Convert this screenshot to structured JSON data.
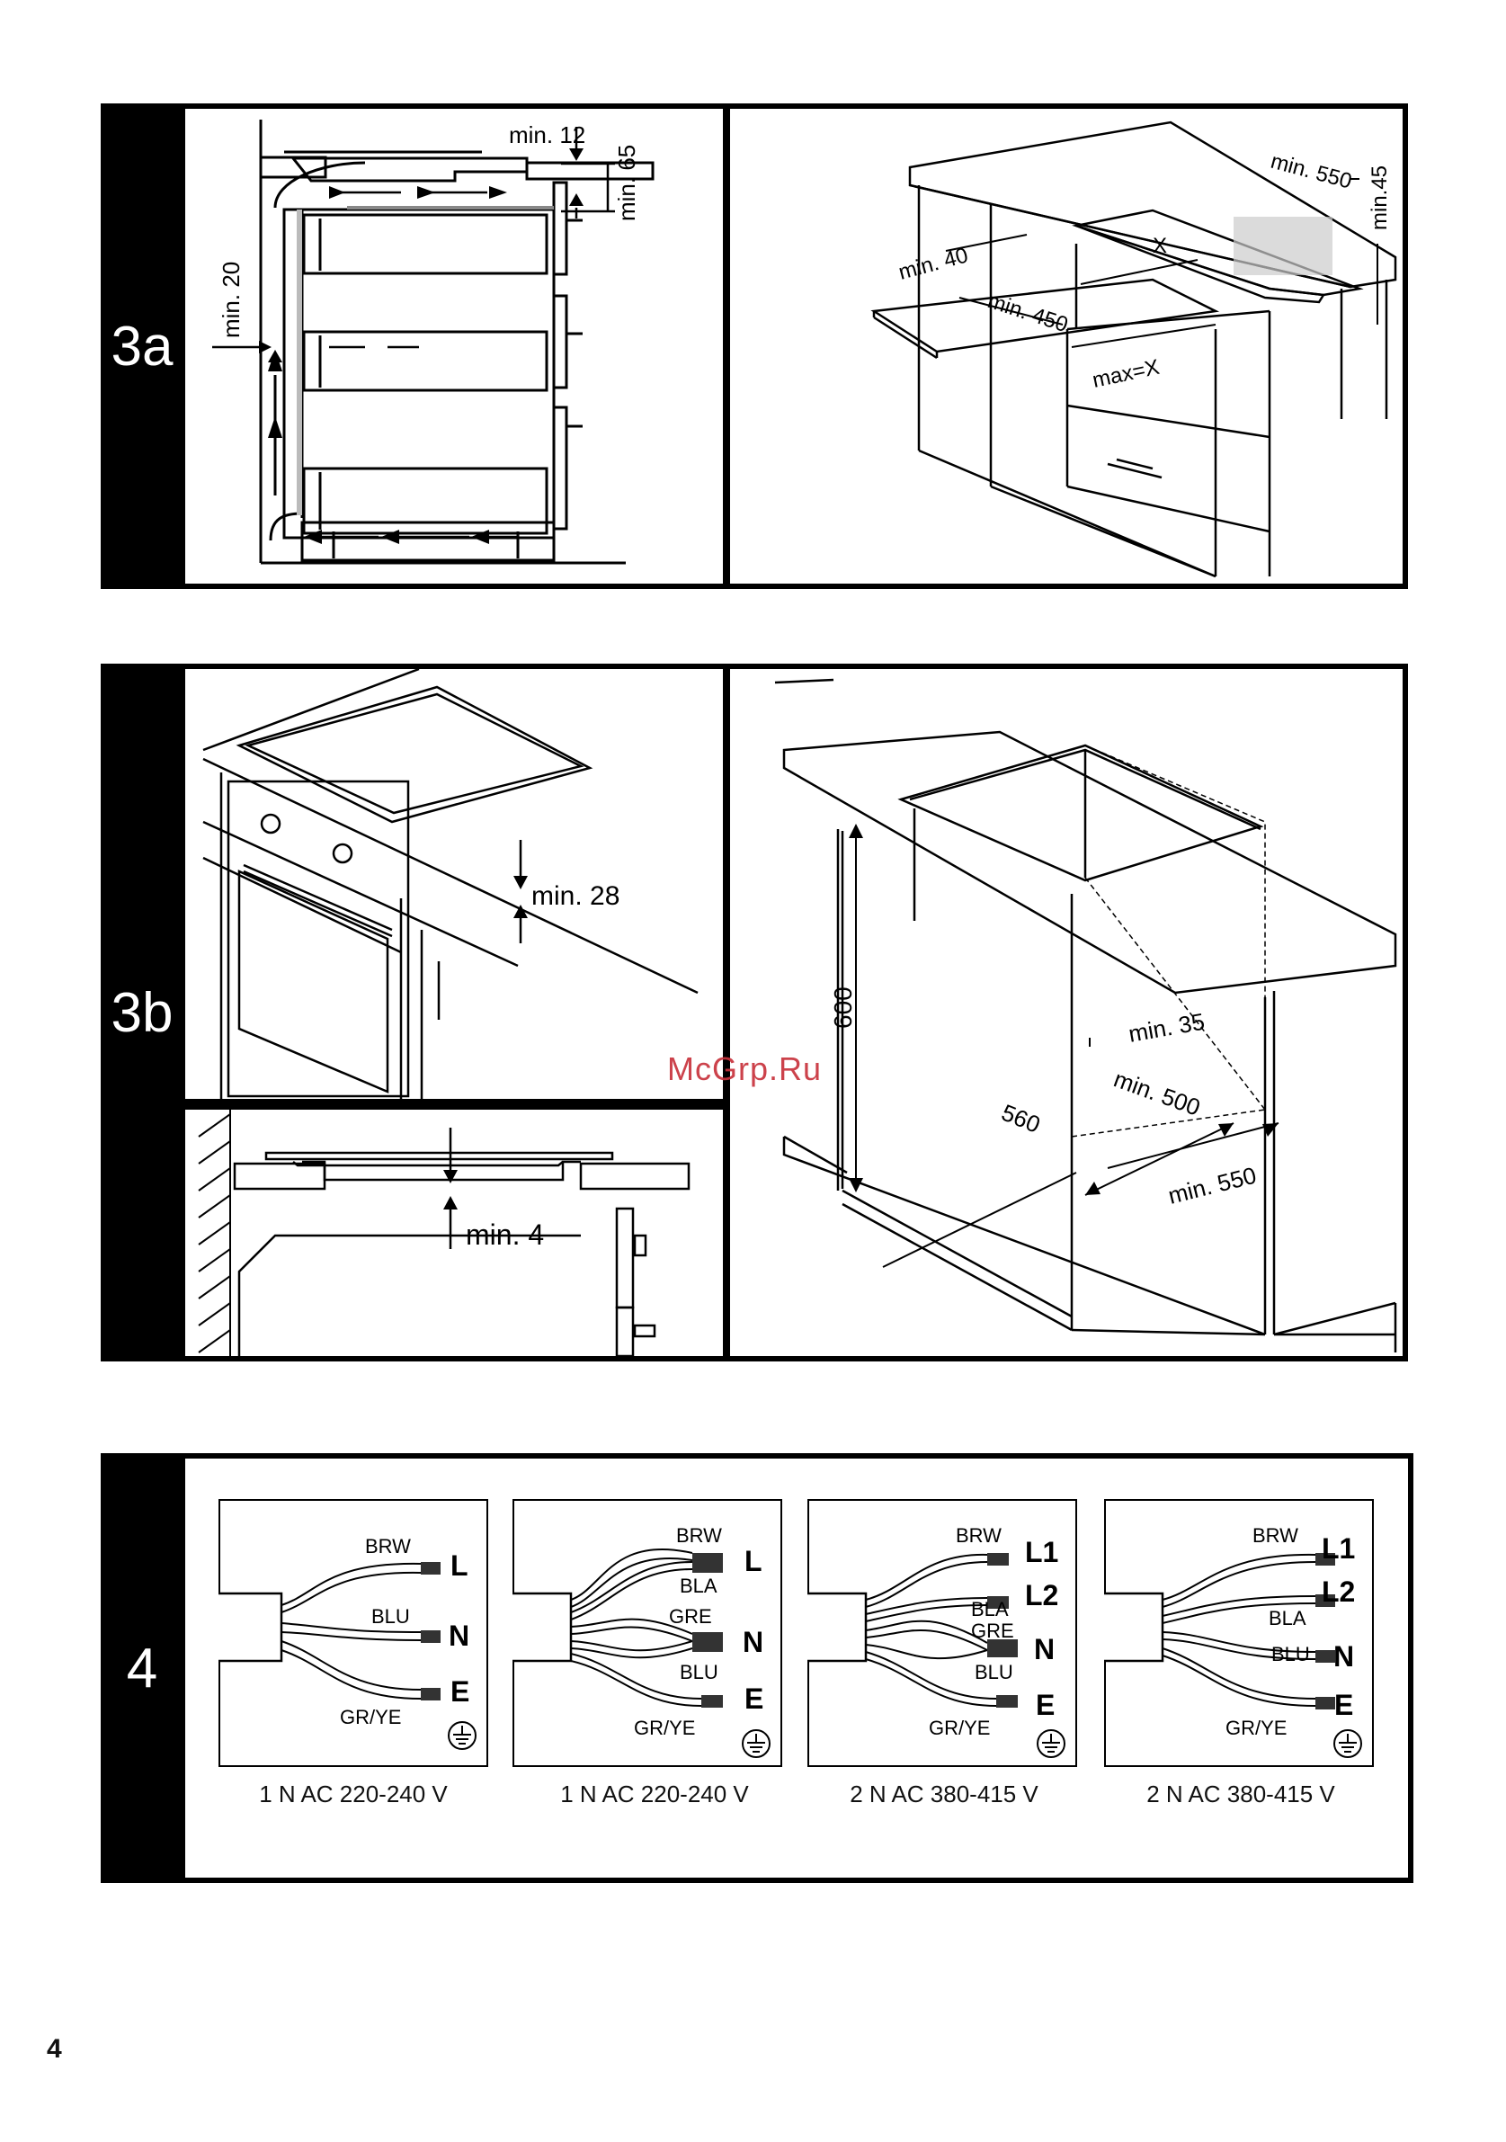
{
  "fig3a": {
    "label": "3a",
    "min12": "min. 12",
    "min65": "min. 65",
    "min20": "min. 20",
    "min40": "min. 40",
    "min450": "min. 450",
    "min550": "min. 550",
    "min45": "min.45",
    "x": "X",
    "maxx": "max=X"
  },
  "fig3b": {
    "label": "3b",
    "min28": "min. 28",
    "min4": "min. 4",
    "d600": "600",
    "min35": "min. 35",
    "min500": "min. 500",
    "d560": "560",
    "min550": "min. 550"
  },
  "fig4": {
    "label": "4",
    "diagrams": [
      {
        "wires": [
          "BRW",
          "BLU",
          "GR/YE"
        ],
        "terms": [
          "L",
          "N",
          "E"
        ],
        "caption": "1 N AC 220-240 V"
      },
      {
        "wires": [
          "BRW",
          "BLA",
          "GRE",
          "BLU",
          "GR/YE"
        ],
        "terms": [
          "L",
          "N",
          "E"
        ],
        "caption": "1 N AC 220-240 V"
      },
      {
        "wires": [
          "BRW",
          "BLA",
          "GRE",
          "BLU",
          "GR/YE"
        ],
        "terms": [
          "L1",
          "L2",
          "N",
          "E"
        ],
        "caption": "2 N AC 380-415 V"
      },
      {
        "wires": [
          "BRW",
          "BLA",
          "BLU",
          "GR/YE"
        ],
        "terms": [
          "L1",
          "L2",
          "N",
          "E"
        ],
        "caption": "2 N AC 380-415 V"
      }
    ]
  },
  "watermark": "McGrp.Ru",
  "page_number": "4"
}
